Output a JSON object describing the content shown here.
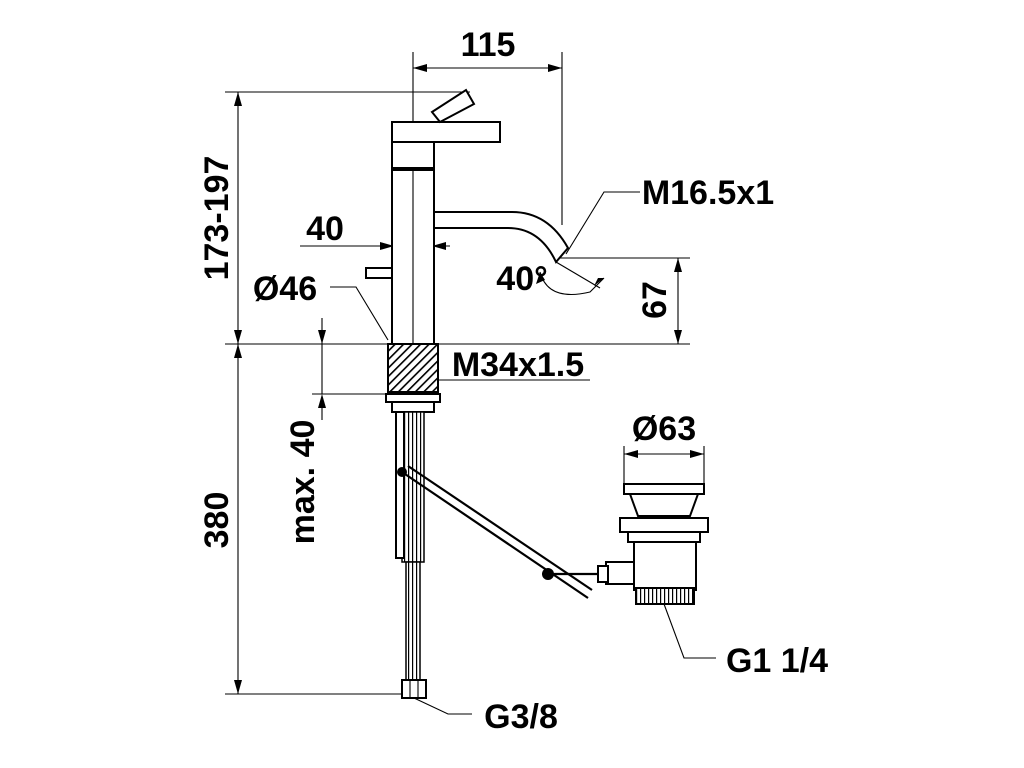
{
  "labels": {
    "width_spout": "115",
    "height_total": "173-197",
    "lever_offset": "40",
    "body_diameter": "Ø46",
    "aerator_thread": "M16.5x1",
    "spout_angle": "40°",
    "spout_height": "67",
    "mount_thread": "M34x1.5",
    "max_thickness": "max. 40",
    "hose_length": "380",
    "waste_diameter": "Ø63",
    "waste_thread": "G1 1/4",
    "supply_connection": "G3/8"
  }
}
